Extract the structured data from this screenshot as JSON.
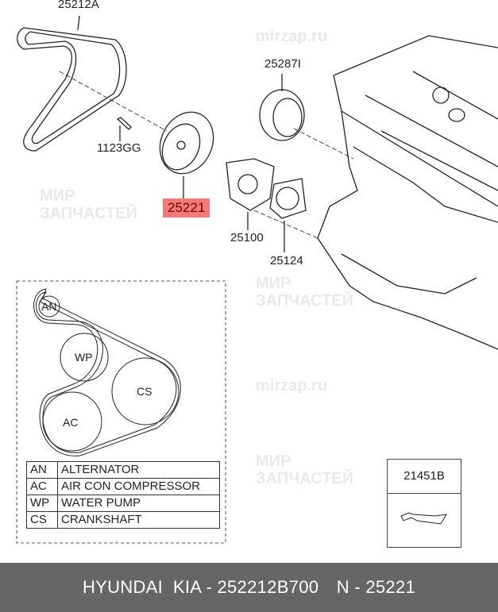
{
  "callouts": [
    {
      "id": "belt",
      "label": "25212A"
    },
    {
      "id": "bolt",
      "label": "1123GG"
    },
    {
      "id": "pulley",
      "label": "25221",
      "highlighted": true
    },
    {
      "id": "idler",
      "label": "25287I"
    },
    {
      "id": "water_pump",
      "label": "25100"
    },
    {
      "id": "gasket",
      "label": "25124"
    }
  ],
  "belt_diagram": {
    "pulleys": [
      "AN",
      "WP",
      "CS",
      "AC"
    ]
  },
  "legend": [
    {
      "code": "AN",
      "name": "ALTERNATOR"
    },
    {
      "code": "AC",
      "name": "AIR CON COMPRESSOR"
    },
    {
      "code": "WP",
      "name": "WATER PUMP"
    },
    {
      "code": "CS",
      "name": "CRANKSHAFT"
    }
  ],
  "kit": {
    "label": "21451B"
  },
  "watermark": {
    "line1": "МИР",
    "line2": "ЗАПЧАСТЕЙ",
    "site": "mirzap.ru"
  },
  "footer": {
    "brand": "HYUNDAI  KIA - 252212B700",
    "ref": "N - 25221"
  },
  "colors": {
    "highlight": "#f47a7a",
    "footer_bg": "#666666"
  }
}
